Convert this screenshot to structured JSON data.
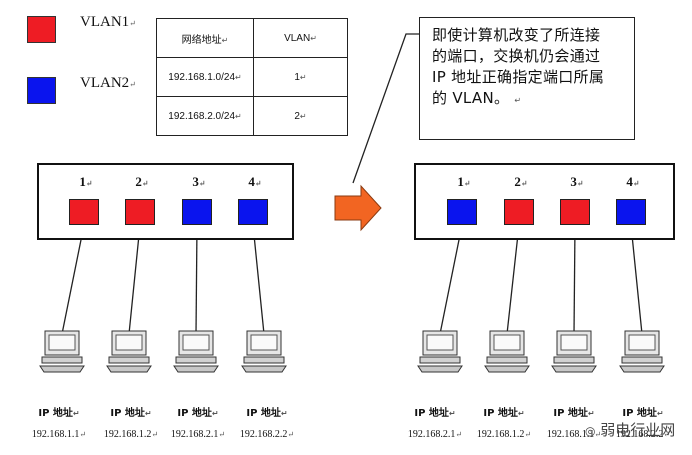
{
  "legend": [
    {
      "label": "VLAN1",
      "color": "#ee1c24"
    },
    {
      "label": "VLAN2",
      "color": "#0a14ee"
    }
  ],
  "return_mark": "↵",
  "table": {
    "headers": [
      "网络地址",
      "VLAN"
    ],
    "rows": [
      [
        "192.168.1.0/24",
        "1"
      ],
      [
        "192.168.2.0/24",
        "2"
      ]
    ]
  },
  "note": {
    "lines": [
      "即使计算机改变了所连接",
      "的端口，交换机仍会通过",
      "IP 地址正确指定端口所属",
      "的 VLAN。"
    ]
  },
  "arrow_color": "#f26522",
  "ip_label": "IP 地址",
  "left_switch": {
    "ports": [
      {
        "num": "1",
        "vlan": 1
      },
      {
        "num": "2",
        "vlan": 1
      },
      {
        "num": "3",
        "vlan": 2
      },
      {
        "num": "4",
        "vlan": 2
      }
    ],
    "ips": [
      "192.168.1.1",
      "192.168.1.2",
      "192.168.2.1",
      "192.168.2.2"
    ]
  },
  "right_switch": {
    "ports": [
      {
        "num": "1",
        "vlan": 2
      },
      {
        "num": "2",
        "vlan": 1
      },
      {
        "num": "3",
        "vlan": 1
      },
      {
        "num": "4",
        "vlan": 2
      }
    ],
    "ips": [
      "192.168.2.1",
      "192.168.1.2",
      "192.168.1.1",
      "192.168.2.2"
    ]
  },
  "watermark": "弱电行业网"
}
